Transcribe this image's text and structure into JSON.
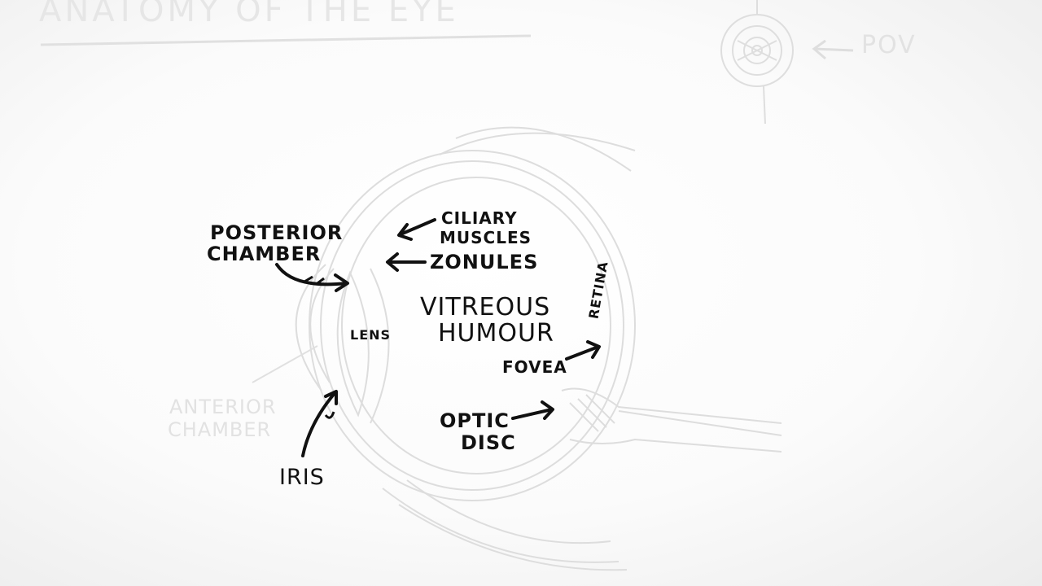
{
  "title": "Anatomy of the Eye",
  "pov_label": "POV",
  "labels": {
    "posterior_chamber_1": "Posterior",
    "posterior_chamber_2": "Chamber",
    "ciliary_muscles_1": "Ciliary",
    "ciliary_muscles_2": "Muscles",
    "zonules": "Zonules",
    "retina": "Retina",
    "vitreous_humour_1": "Vitreous",
    "vitreous_humour_2": "Humour",
    "lens": "Lens",
    "fovea": "Fovea",
    "optic_disc_1": "Optic",
    "optic_disc_2": "Disc",
    "iris": "Iris",
    "anterior_chamber_1": "Anterior",
    "anterior_chamber_2": "Chamber"
  },
  "colors": {
    "ink": "#111111",
    "faint_sketch": "#dcdcdc",
    "background": "#ffffff"
  }
}
